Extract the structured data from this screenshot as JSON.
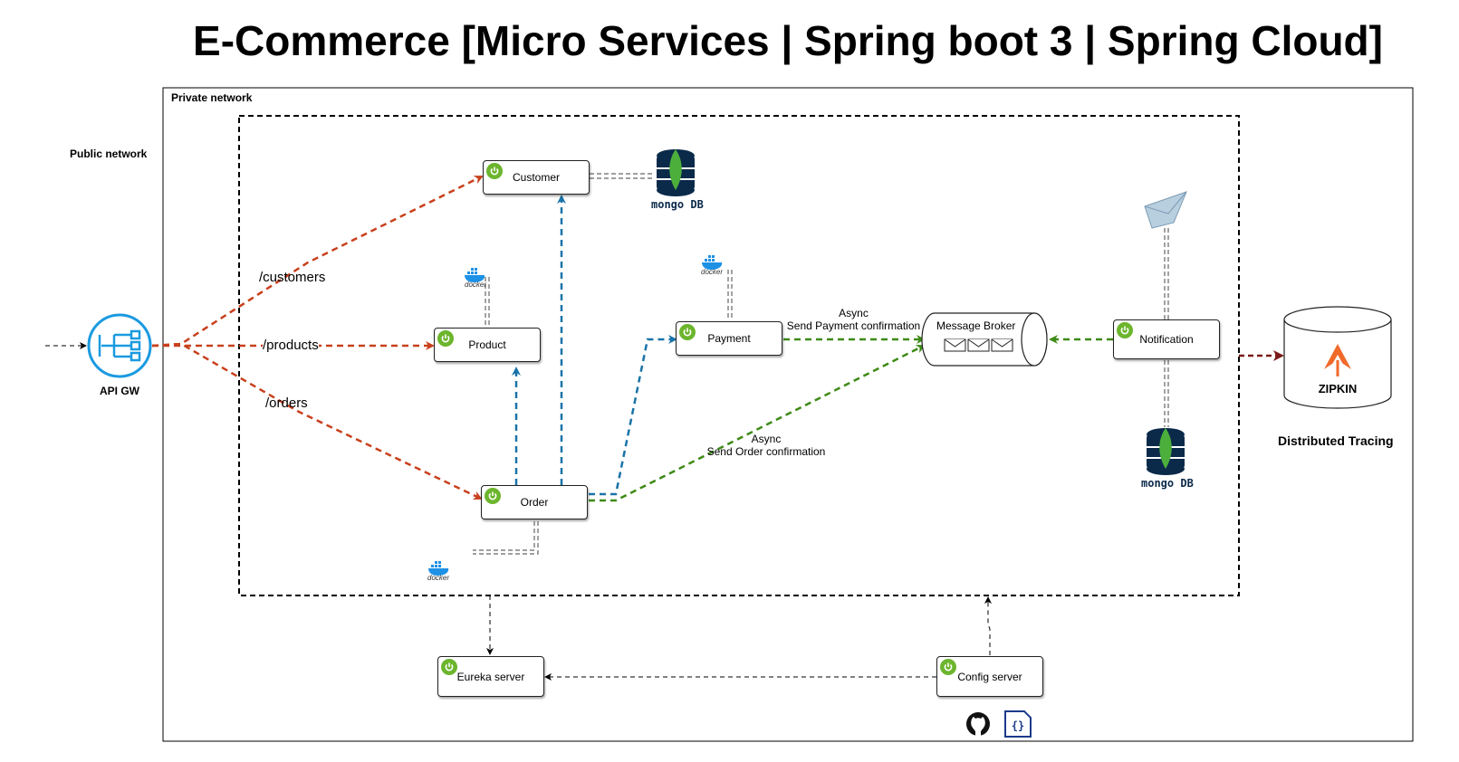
{
  "title": "E-Commerce [Micro Services | Spring boot 3 | Spring Cloud]",
  "labels": {
    "private_network": "Private network",
    "public_network": "Public network",
    "api_gw": "API GW",
    "distributed_tracing": "Distributed Tracing",
    "zipkin": "ZIPKIN",
    "message_broker": "Message Broker"
  },
  "routes": {
    "customers": "/customers",
    "products": "/products",
    "orders": "/orders"
  },
  "services": {
    "customer": "Customer",
    "product": "Product",
    "order": "Order",
    "payment": "Payment",
    "notification": "Notification",
    "eureka": "Eureka server",
    "config": "Config server"
  },
  "annotations": {
    "payment_async": "Async",
    "payment_confirm": "Send Payment confirmation",
    "order_async": "Async",
    "order_confirm": "Send Order confirmation"
  },
  "databases": {
    "mongo_customer": "mongo DB",
    "mongo_notification": "mongo DB"
  },
  "docker": {
    "product": "docker",
    "payment": "docker",
    "order": "docker"
  },
  "colors": {
    "route_arrow": "#c8401c",
    "internal_call": "#1a73a8",
    "async_event": "#3d8a16",
    "tracing": "#7a1a1a",
    "spring": "#6cb52d",
    "mongo": "#0b2a4a",
    "api_gw": "#1b9ae0",
    "zipkin": "#f06a2a",
    "docker": "#1d91e6"
  },
  "icons": [
    "api-gateway-icon",
    "spring-icon",
    "mongodb-icon",
    "docker-icon",
    "mail-icon",
    "zipkin-icon",
    "github-icon",
    "json-file-icon"
  ]
}
